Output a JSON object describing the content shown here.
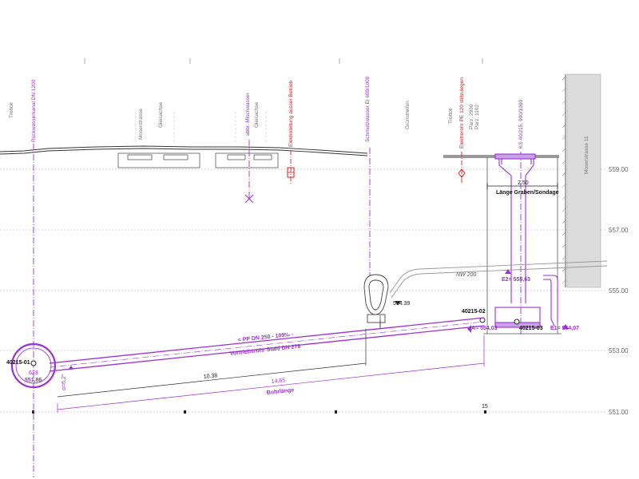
{
  "elevations": [
    "559.00",
    "557.00",
    "555.00",
    "553.00",
    "551.00"
  ],
  "vertical_labels": {
    "trottoir_left": "Trottoir",
    "rueckwasser": "Rückwasserkanal DN 1200",
    "moserstrasse": "Moserstrasse",
    "gleisachse_1": "Gleisachse",
    "mischwasser": "abbr. Mischwasser",
    "gleisachse_2": "Gleisachse",
    "elektro": "Elektroleitung ausser Betrieb",
    "schmutzwasser": "Schmutzwasser Ei 600/1000",
    "gruenstreifen": "Grünstreifen",
    "trottoir_right": "Trottoir",
    "elektrorohr": "Elektrorohr PE 120 stillzulegen",
    "parz_2990": "Parz. 2990",
    "parz_1102": "Parz. 1102",
    "ks": "KS 40/215, 900/1000",
    "moserstrasse_11": "Moserstrasse 11"
  },
  "labels": {
    "width_250": "2.50",
    "laenge": "Länge Graben/Sondage",
    "nw200": "NW 200",
    "e2": "E2= 555,63",
    "v55439": "554.39",
    "node_02": "40215-02",
    "node_03": "40215-03",
    "a_val": "A= 554,03",
    "e1": "E1= 554,07",
    "pp": "< PP DN 250 - 109‰ -",
    "vortrieb": "Vortriebsrohr Stahl DN 278",
    "node_01": "40215-01",
    "n623": "623",
    "n55186": "551,86",
    "d1038": "10.38",
    "d1465": "14.65",
    "bohrlaenge": "Bohrlänge",
    "seg_15": "15",
    "angle": "α=6,2°"
  }
}
